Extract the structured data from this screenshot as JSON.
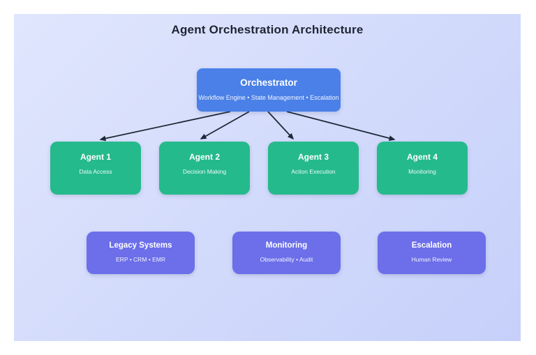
{
  "title": "Agent Orchestration Architecture",
  "orchestrator": {
    "title": "Orchestrator",
    "subtitle": "Workflow Engine • State Management • Escalation"
  },
  "agents": [
    {
      "title": "Agent 1",
      "subtitle": "Data Access"
    },
    {
      "title": "Agent 2",
      "subtitle": "Decision Making"
    },
    {
      "title": "Agent 3",
      "subtitle": "Action Execution"
    },
    {
      "title": "Agent 4",
      "subtitle": "Monitoring"
    }
  ],
  "systems": [
    {
      "title": "Legacy Systems",
      "subtitle": "ERP • CRM • EMR"
    },
    {
      "title": "Monitoring",
      "subtitle": "Observability • Audit"
    },
    {
      "title": "Escalation",
      "subtitle": "Human Review"
    }
  ],
  "colors": {
    "background": "#ffffff",
    "canvas_gradient_start": "#e0e6fd",
    "canvas_gradient_end": "#c6d0fa",
    "orchestrator_fill": "#4a80e8",
    "agent_fill": "#25ba8b",
    "system_fill": "#6c6fe9",
    "arrow": "#1f2937",
    "title_text": "#1e2433",
    "node_text": "#ffffff"
  }
}
